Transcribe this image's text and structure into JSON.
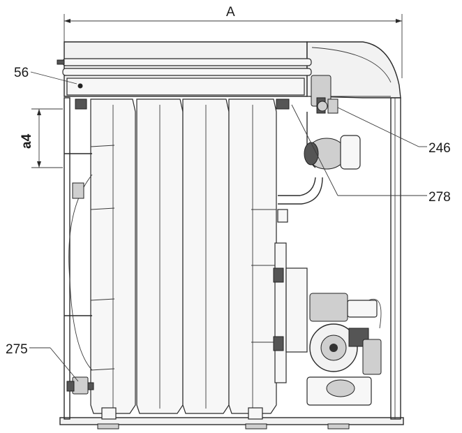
{
  "dimensions": {
    "width_label": "A",
    "height_label": "a4"
  },
  "callouts": [
    {
      "id": "56",
      "label": "56"
    },
    {
      "id": "246",
      "label": "246"
    },
    {
      "id": "278",
      "label": "278"
    },
    {
      "id": "275",
      "label": "275"
    }
  ]
}
